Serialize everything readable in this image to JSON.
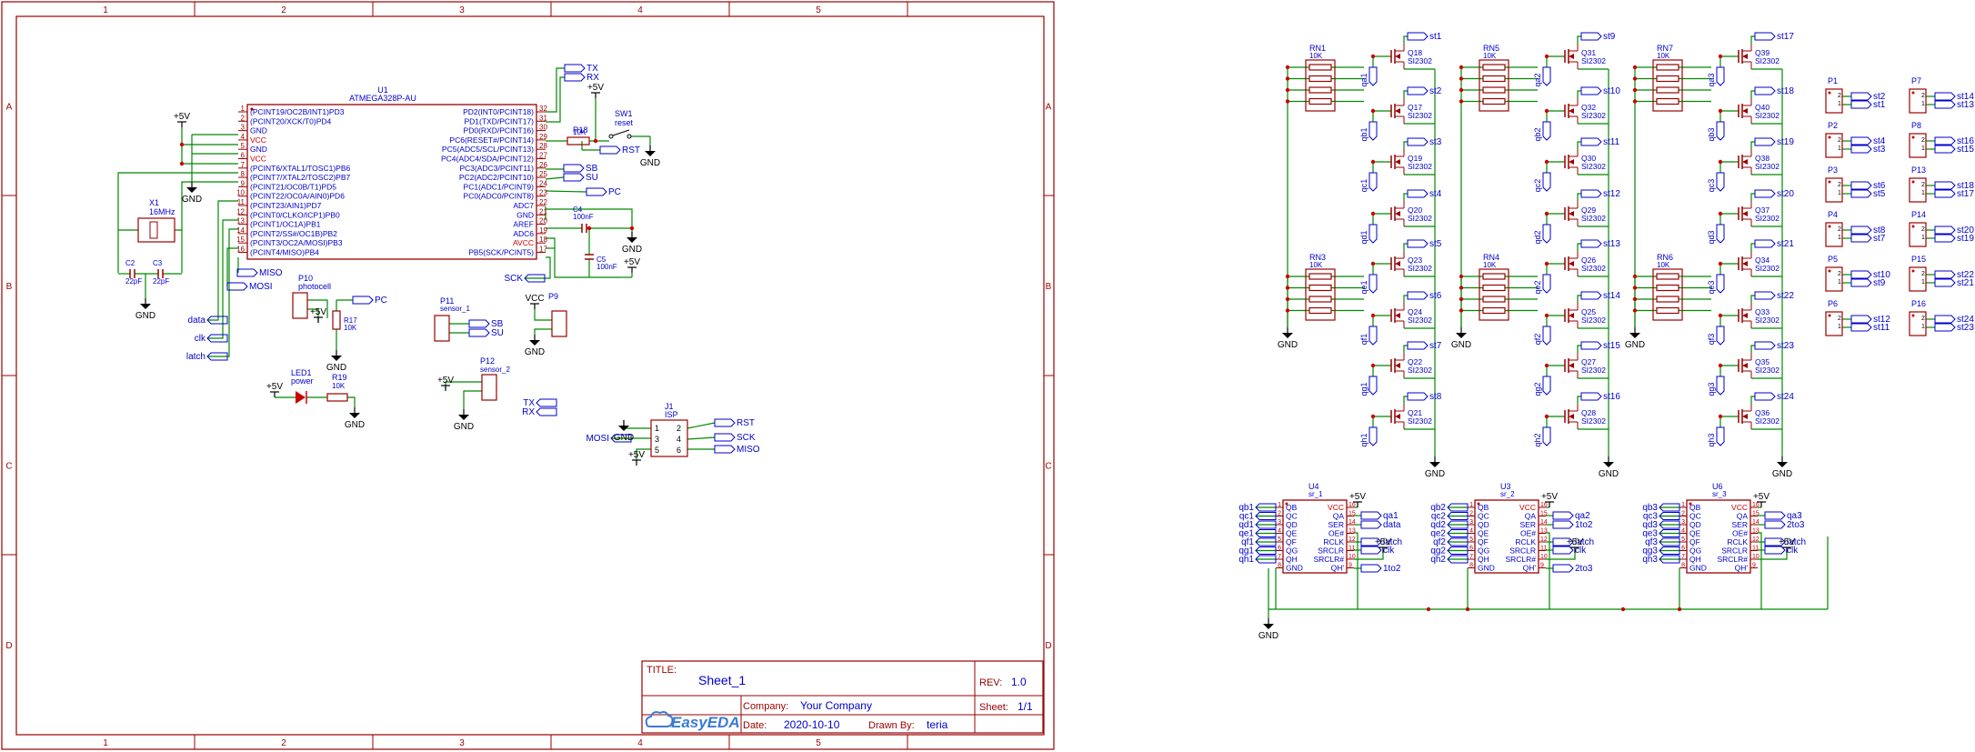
{
  "colors": {
    "frame": "#990000",
    "wire": "#008800",
    "label": "#0000cc",
    "red": "#cc0000",
    "comp": "#990000",
    "ground": "#000000"
  },
  "frame": {
    "cols": [
      "1",
      "2",
      "3",
      "4",
      "5"
    ],
    "rows": [
      "A",
      "B",
      "C",
      "D"
    ]
  },
  "titleblock": {
    "title_label": "TITLE:",
    "title": "Sheet_1",
    "rev_label": "REV:",
    "rev": "1.0",
    "company_label": "Company:",
    "company": "Your Company",
    "sheet_label": "Sheet:",
    "sheet": "1/1",
    "date_label": "Date:",
    "date": "2020-10-10",
    "drawn_label": "Drawn By:",
    "drawn": "teria",
    "logo": "EasyEDA"
  },
  "mcu": {
    "ref": "U1",
    "part": "ATMEGA328P-AU",
    "left_pins": [
      {
        "num": "1",
        "name": "(PCINT19/OC2B/INT1)PD3"
      },
      {
        "num": "2",
        "name": "(PCINT20/XCK/T0)PD4"
      },
      {
        "num": "3",
        "name": "GND"
      },
      {
        "num": "4",
        "name": "VCC",
        "red": true
      },
      {
        "num": "5",
        "name": "GND"
      },
      {
        "num": "6",
        "name": "VCC",
        "red": true
      },
      {
        "num": "7",
        "name": "(PCINT6/XTAL1/TOSC1)PB6"
      },
      {
        "num": "8",
        "name": "(PCINT7/XTAL2/TOSC2)PB7"
      },
      {
        "num": "9",
        "name": "(PCINT21/OC0B/T1)PD5"
      },
      {
        "num": "10",
        "name": "(PCINT22/OC0A/AIN0)PD6"
      },
      {
        "num": "11",
        "name": "(PCINT23/AIN1)PD7"
      },
      {
        "num": "12",
        "name": "(PCINT0/CLKO/ICP1)PB0"
      },
      {
        "num": "13",
        "name": "(PCINT1/OC1A)PB1"
      },
      {
        "num": "14",
        "name": "(PCINT2/SS#/OC1B)PB2"
      },
      {
        "num": "15",
        "name": "(PCINT3/OC2A/MOSI)PB3"
      },
      {
        "num": "16",
        "name": "(PCINT4/MISO)PB4"
      }
    ],
    "right_pins": [
      {
        "num": "32",
        "name": "PD2(INT0/PCINT18)"
      },
      {
        "num": "31",
        "name": "PD1(TXD/PCINT17)"
      },
      {
        "num": "30",
        "name": "PD0(RXD/PCINT16)"
      },
      {
        "num": "29",
        "name": "PC6(RESET#/PCINT14)"
      },
      {
        "num": "28",
        "name": "PC5(ADC5/SCL/PCINT13)"
      },
      {
        "num": "27",
        "name": "PC4(ADC4/SDA/PCINT12)"
      },
      {
        "num": "26",
        "name": "PC3(ADC3/PCINT11)"
      },
      {
        "num": "25",
        "name": "PC2(ADC2/PCINT10)"
      },
      {
        "num": "24",
        "name": "PC1(ADC1/PCINT9)"
      },
      {
        "num": "23",
        "name": "PC0(ADC0/PCINT8)"
      },
      {
        "num": "22",
        "name": "ADC7"
      },
      {
        "num": "21",
        "name": "GND"
      },
      {
        "num": "20",
        "name": "AREF"
      },
      {
        "num": "19",
        "name": "ADC6"
      },
      {
        "num": "18",
        "name": "AVCC",
        "red": true
      },
      {
        "num": "17",
        "name": "PB5(SCK/PCINT5)"
      }
    ]
  },
  "left_section": {
    "p5v": "+5V",
    "gnd": "GND",
    "vcc": "VCC",
    "x1_ref": "X1",
    "x1_val": "16MHz",
    "c2_ref": "C2",
    "c2_val": "22pF",
    "c3_ref": "C3",
    "c3_val": "22pF",
    "miso": "MISO",
    "mosi": "MOSI",
    "data": "data",
    "clk": "clk",
    "latch": "latch",
    "tx": "TX",
    "rx": "RX",
    "rst": "RST",
    "sb": "SB",
    "su": "SU",
    "pc": "PC",
    "sck": "SCK",
    "r18_ref": "R18",
    "r18_val": "10K",
    "sw1_ref": "SW1",
    "sw1_val": "reset",
    "c4_ref": "C4",
    "c4_val": "100nF",
    "c5_ref": "C5",
    "c5_val": "100nF",
    "p10_ref": "P10",
    "p10_val": "photocell",
    "r17_ref": "R17",
    "r17_val": "10K",
    "p11_ref": "P11",
    "p11_val": "sensor_1",
    "p9_ref": "P9",
    "p12_ref": "P12",
    "p12_val": "sensor_2",
    "led1_ref": "LED1",
    "led1_val": "power",
    "r19_ref": "R19",
    "r19_val": "10K",
    "j1_ref": "J1",
    "j1_val": "ISP"
  },
  "transistor_part": "SI2302",
  "groups": [
    {
      "rn_top": "RN1",
      "rn_bot": "RN3",
      "rn_val": "10K",
      "fets": [
        [
          "Q18",
          "st1",
          "qa1"
        ],
        [
          "Q17",
          "st2",
          "qb1"
        ],
        [
          "Q19",
          "st3",
          "qc1"
        ],
        [
          "Q20",
          "st4",
          "qd1"
        ],
        [
          "Q23",
          "st5",
          "qe1"
        ],
        [
          "Q24",
          "st6",
          "qf1"
        ],
        [
          "Q22",
          "st7",
          "qg1"
        ],
        [
          "Q21",
          "st8",
          "qh1"
        ]
      ]
    },
    {
      "rn_top": "RN5",
      "rn_bot": "RN4",
      "rn_val": "10K",
      "fets": [
        [
          "Q31",
          "st9",
          "qa2"
        ],
        [
          "Q32",
          "st10",
          "qb2"
        ],
        [
          "Q30",
          "st11",
          "qc2"
        ],
        [
          "Q29",
          "st12",
          "qd2"
        ],
        [
          "Q26",
          "st13",
          "qe2"
        ],
        [
          "Q25",
          "st14",
          "qf2"
        ],
        [
          "Q27",
          "st15",
          "qg2"
        ],
        [
          "Q28",
          "st16",
          "qh2"
        ]
      ]
    },
    {
      "rn_top": "RN7",
      "rn_bot": "RN6",
      "rn_val": "10K",
      "fets": [
        [
          "Q39",
          "st17",
          "qa3"
        ],
        [
          "Q40",
          "st18",
          "qb3"
        ],
        [
          "Q38",
          "st19",
          "qc3"
        ],
        [
          "Q37",
          "st20",
          "qd3"
        ],
        [
          "Q34",
          "st21",
          "qe3"
        ],
        [
          "Q33",
          "st22",
          "qf3"
        ],
        [
          "Q35",
          "st23",
          "qg3"
        ],
        [
          "Q36",
          "st24",
          "qh3"
        ]
      ]
    }
  ],
  "connectors_a": [
    {
      "ref": "P1",
      "a": "st2",
      "b": "st1"
    },
    {
      "ref": "P2",
      "a": "st4",
      "b": "st3"
    },
    {
      "ref": "P3",
      "a": "st6",
      "b": "st5"
    },
    {
      "ref": "P4",
      "a": "st8",
      "b": "st7"
    },
    {
      "ref": "P5",
      "a": "st10",
      "b": "st9"
    },
    {
      "ref": "P6",
      "a": "st12",
      "b": "st11"
    }
  ],
  "connectors_b": [
    {
      "ref": "P7",
      "a": "st14",
      "b": "st13"
    },
    {
      "ref": "P8",
      "a": "st16",
      "b": "st15"
    },
    {
      "ref": "P13",
      "a": "st18",
      "b": "st17"
    },
    {
      "ref": "P14",
      "a": "st20",
      "b": "st19"
    },
    {
      "ref": "P15",
      "a": "st22",
      "b": "st21"
    },
    {
      "ref": "P16",
      "a": "st24",
      "b": "st23"
    }
  ],
  "shift_regs": [
    {
      "ref": "U4",
      "val": "sr_1",
      "inputs": [
        "qb1",
        "qc1",
        "qd1",
        "qe1",
        "qf1",
        "qg1",
        "qh1"
      ],
      "qa": "qa1",
      "ser": "data",
      "qh": "1to2"
    },
    {
      "ref": "U3",
      "val": "sr_2",
      "inputs": [
        "qb2",
        "qc2",
        "qd2",
        "qe2",
        "qf2",
        "qg2",
        "qh2"
      ],
      "qa": "qa2",
      "ser": "1to2",
      "qh": "2to3"
    },
    {
      "ref": "U6",
      "val": "sr_3",
      "inputs": [
        "qb3",
        "qc3",
        "qd3",
        "qe3",
        "qf3",
        "qg3",
        "qh3"
      ],
      "qa": "qa3",
      "ser": "2to3",
      "qh": ""
    }
  ],
  "sr_pins": {
    "left": [
      [
        "1",
        "QB"
      ],
      [
        "2",
        "QC"
      ],
      [
        "3",
        "QD"
      ],
      [
        "4",
        "QE"
      ],
      [
        "5",
        "QF"
      ],
      [
        "6",
        "QG"
      ],
      [
        "7",
        "QH"
      ],
      [
        "8",
        "GND"
      ]
    ],
    "right": [
      [
        "16",
        "VCC"
      ],
      [
        "15",
        "QA"
      ],
      [
        "14",
        "SER"
      ],
      [
        "13",
        "OE#"
      ],
      [
        "12",
        "RCLK"
      ],
      [
        "11",
        "SRCLR"
      ],
      [
        "10",
        "SRCLR#"
      ],
      [
        "9",
        "QH'"
      ]
    ],
    "latch": "latch",
    "clk": "clk",
    "p5v": "+5V",
    "gnd": "GND"
  }
}
